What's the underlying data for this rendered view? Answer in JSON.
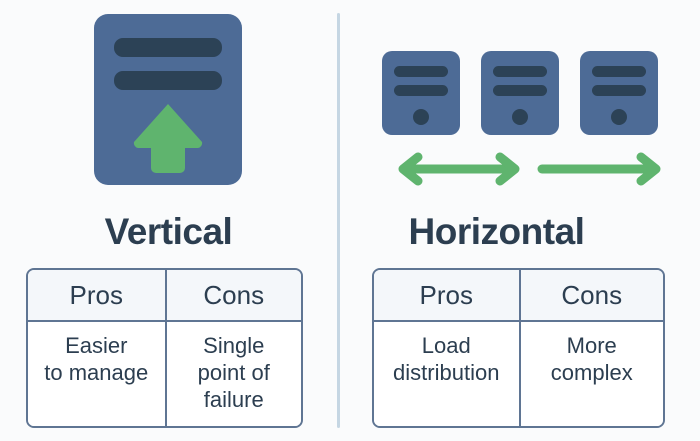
{
  "theme": {
    "background": "#fafbfc",
    "box_blue": "#4d6b96",
    "bar_navy": "#2c4256",
    "accent_green": "#5fb46e",
    "text_navy": "#2c3e50",
    "table_border": "#5f7593",
    "table_header_bg": "#f4f7fa",
    "divider": "#c5d6e3"
  },
  "panels": [
    {
      "id": "vertical",
      "title": "Vertical",
      "graphic": "vertical-scaling-icon",
      "arrow": "up-arrow-icon",
      "table": {
        "headers": [
          "Pros",
          "Cons"
        ],
        "rows": [
          [
            "Easier\nto manage",
            "Single\npoint of\nfailure"
          ]
        ],
        "pros": "Easier to manage",
        "cons": "Single point of failure"
      }
    },
    {
      "id": "horizontal",
      "title": "Horizontal",
      "graphic": "horizontal-scaling-icon",
      "server_count": 3,
      "arrows": [
        "double-arrow-icon",
        "right-arrow-icon"
      ],
      "table": {
        "headers": [
          "Pros",
          "Cons"
        ],
        "rows": [
          [
            "Load\ndistribution",
            "More\ncomplex"
          ]
        ],
        "pros": "Load distribution",
        "cons": "More complex"
      }
    }
  ]
}
